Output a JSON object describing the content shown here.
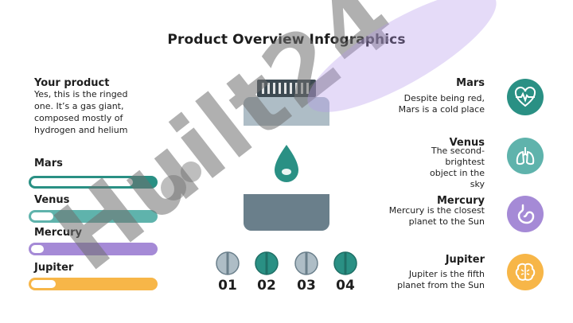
{
  "title": "Product Overview Infographics",
  "intro": {
    "heading": "Your product",
    "text": "Yes, this is the ringed one. It’s a gas giant, composed mostly of hydrogen and helium"
  },
  "bars": [
    {
      "label": "Mars",
      "color": "#2a9084",
      "fill": 0.82
    },
    {
      "label": "Venus",
      "color": "#5fb3ac",
      "fill": 0.18
    },
    {
      "label": "Mercury",
      "color": "#a58ad6",
      "fill": 0.1
    },
    {
      "label": "Jupiter",
      "color": "#f7b648",
      "fill": 0.2
    }
  ],
  "right_items": [
    {
      "heading": "Mars",
      "text": "Despite being red, Mars is a cold place",
      "icon": "heart-pulse-icon",
      "color": "#2a9084"
    },
    {
      "heading": "Venus",
      "text": "The second-brightest object in the sky",
      "icon": "lungs-icon",
      "color": "#5fb3ac"
    },
    {
      "heading": "Mercury",
      "text": "Mercury is the closest planet to the Sun",
      "icon": "stomach-icon",
      "color": "#a58ad6"
    },
    {
      "heading": "Jupiter",
      "text": "Jupiter is the fifth planet from the Sun",
      "icon": "brain-icon",
      "color": "#f7b648"
    }
  ],
  "pills": [
    {
      "number": "01",
      "color": "#aebdc6"
    },
    {
      "number": "02",
      "color": "#2a9084"
    },
    {
      "number": "03",
      "color": "#aebdc6"
    },
    {
      "number": "04",
      "color": "#2a9084"
    }
  ],
  "watermark": "Huilt24"
}
